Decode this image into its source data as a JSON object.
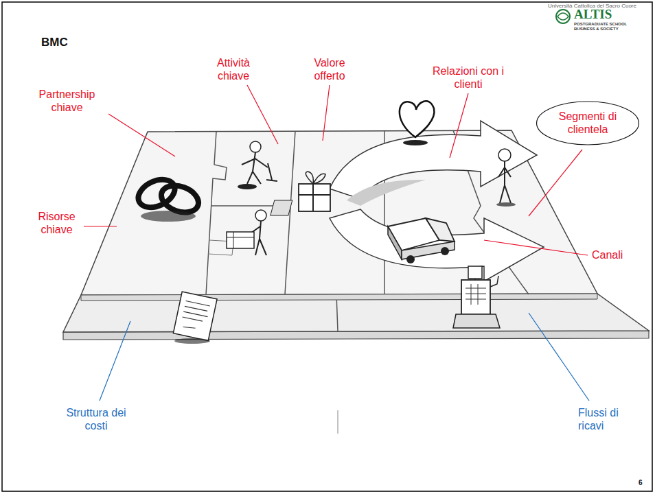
{
  "diagram": {
    "title": "BMC",
    "nodes": [
      {
        "text": [
          "Segmenti di clientela"
        ]
      }
    ],
    "labels": [
      "Università Cattolica del Sacro Cuore",
      "ALTIS",
      "POSTGRADUATE SCHOOL BUSINESS & SOCIETY",
      "Partnership chiave",
      "Attività chiave",
      "Valore offerto",
      "Relazioni con i clienti",
      "Risorse chiave",
      "Canali",
      "Struttura dei costi",
      "Flussi di ricavi",
      "6"
    ]
  }
}
